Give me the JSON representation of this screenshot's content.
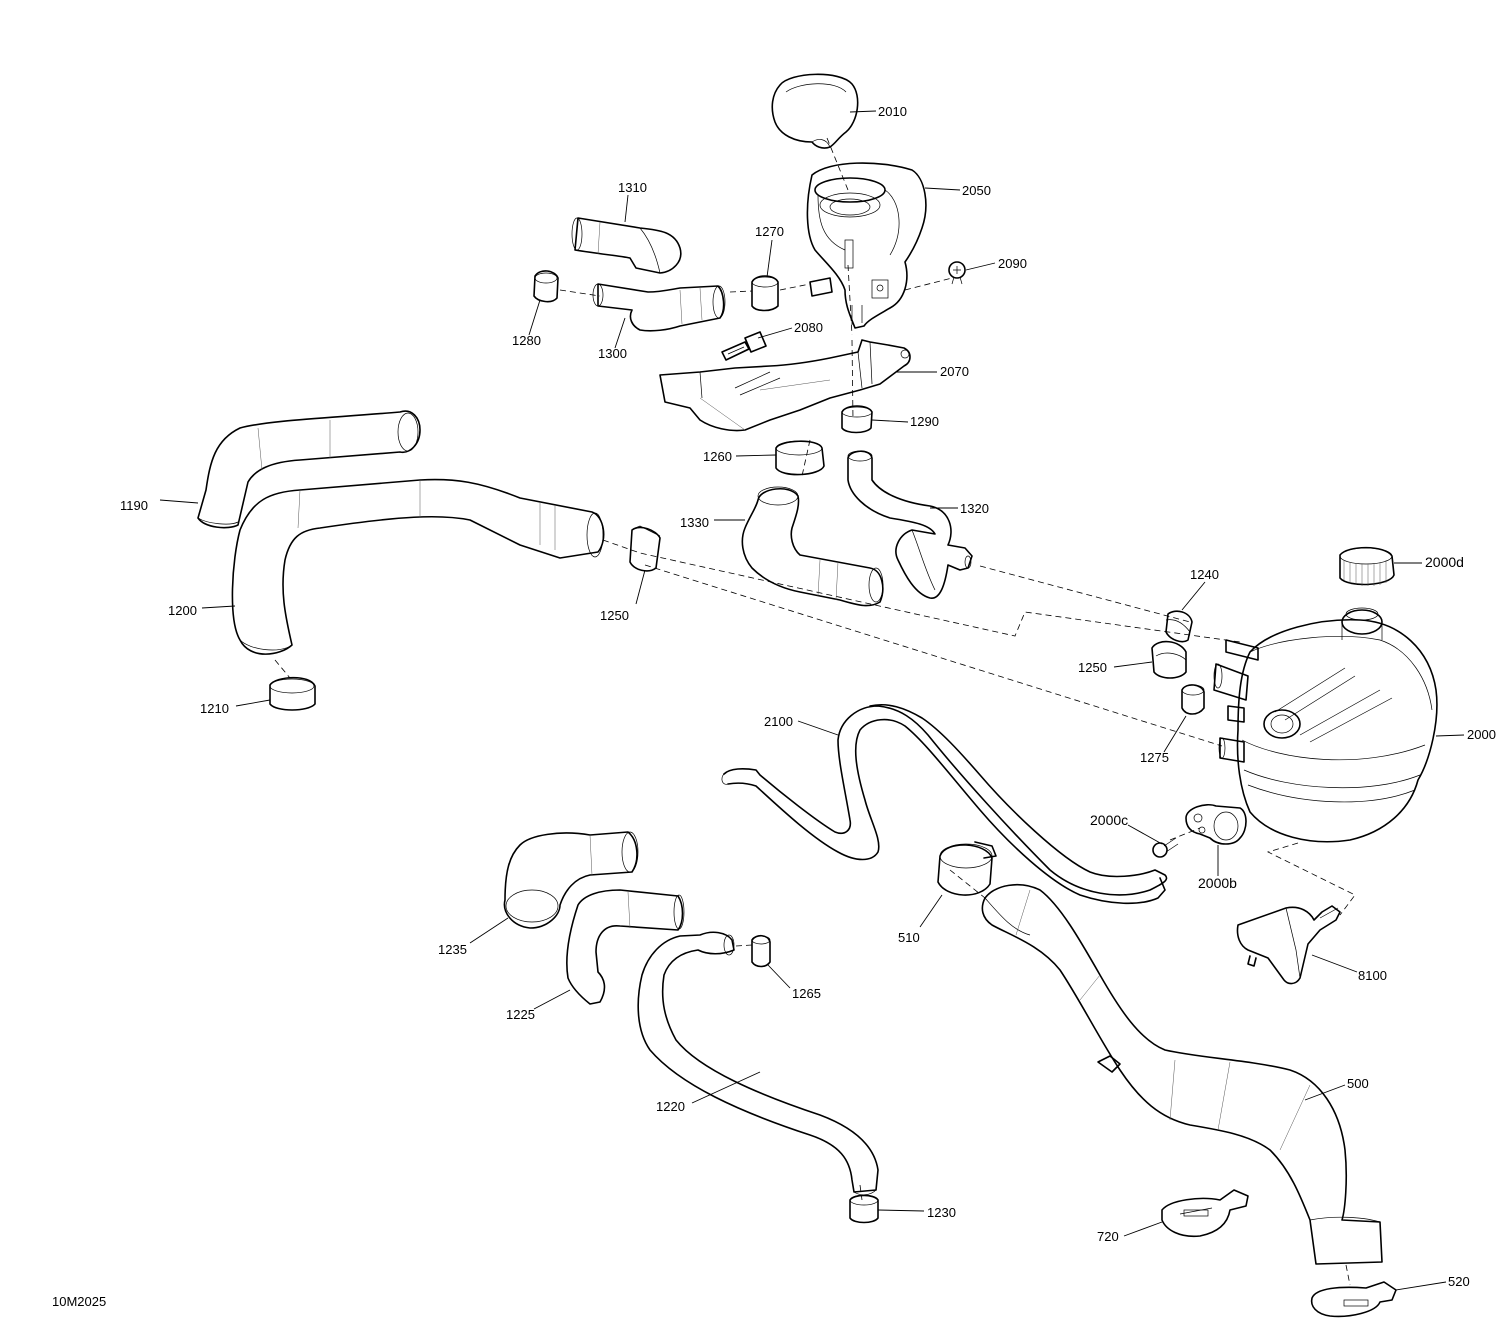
{
  "diagram": {
    "reference": "10M2025",
    "labels": {
      "p2010": "2010",
      "p2050": "2050",
      "p1310": "1310",
      "p1270": "1270",
      "p2090": "2090",
      "p1280": "1280",
      "p1300": "1300",
      "p2080": "2080",
      "p2070": "2070",
      "p1290": "1290",
      "p1260": "1260",
      "p1190": "1190",
      "p1330": "1330",
      "p1320": "1320",
      "p2000d": "2000d",
      "p1240": "1240",
      "p1200": "1200",
      "p1250a": "1250",
      "p1250b": "1250",
      "p1210": "1210",
      "p2100": "2100",
      "p1275": "1275",
      "p2000": "2000",
      "p2000c": "2000c",
      "p2000b": "2000b",
      "p510": "510",
      "p1235": "1235",
      "p8100": "8100",
      "p1265": "1265",
      "p1225": "1225",
      "p500": "500",
      "p1220": "1220",
      "p1230": "1230",
      "p720": "720",
      "p520": "520"
    }
  }
}
